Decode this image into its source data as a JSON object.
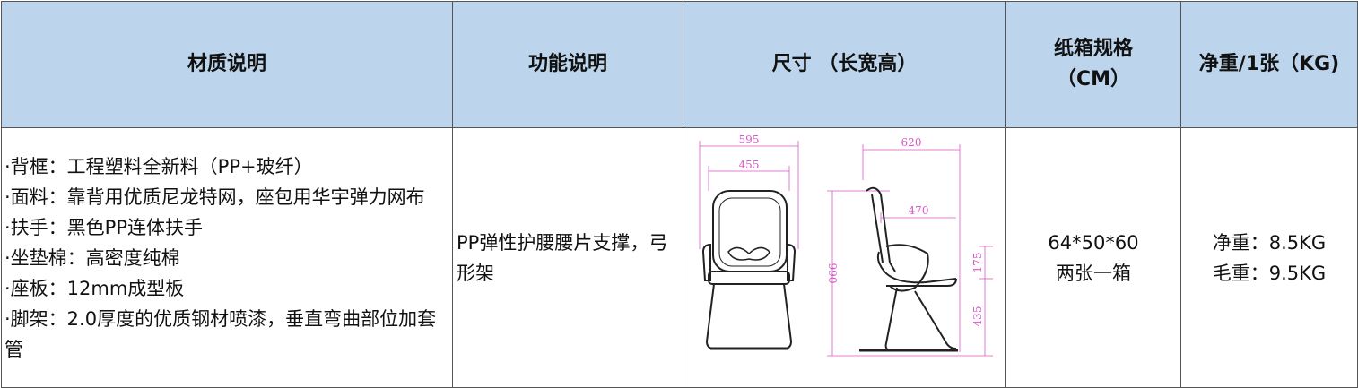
{
  "headers": {
    "material": "材质说明",
    "function": "功能说明",
    "size": "尺寸 （长宽高）",
    "carton_line1": "纸箱规格",
    "carton_line2": "（CM）",
    "weight": "净重/1张（KG)"
  },
  "row": {
    "material_lines": [
      "·背框：工程塑料全新料（PP+玻纤）",
      "·面料：靠背用优质尼龙特网，座包用华宇弹力网布",
      "·扶手：黑色PP连体扶手",
      "·坐垫棉：高密度纯棉",
      "·座板：12mm成型板",
      "·脚架：2.0厚度的优质钢材喷漆，垂直弯曲部位加套管"
    ],
    "function_text": "PP弹性护腰腰片支撑，弓形架",
    "carton_size": "64*50*60",
    "carton_note": "两张一箱",
    "net_weight": "净重：8.5KG",
    "gross_weight": "毛重：9.5KG"
  },
  "drawing": {
    "front_width_outer": "595",
    "front_width_inner": "455",
    "side_depth": "620",
    "seat_depth": "470",
    "total_height": "990",
    "arm_height": "175",
    "seat_height": "435",
    "line_color": "#d957c8",
    "frame_color": "#222222"
  }
}
